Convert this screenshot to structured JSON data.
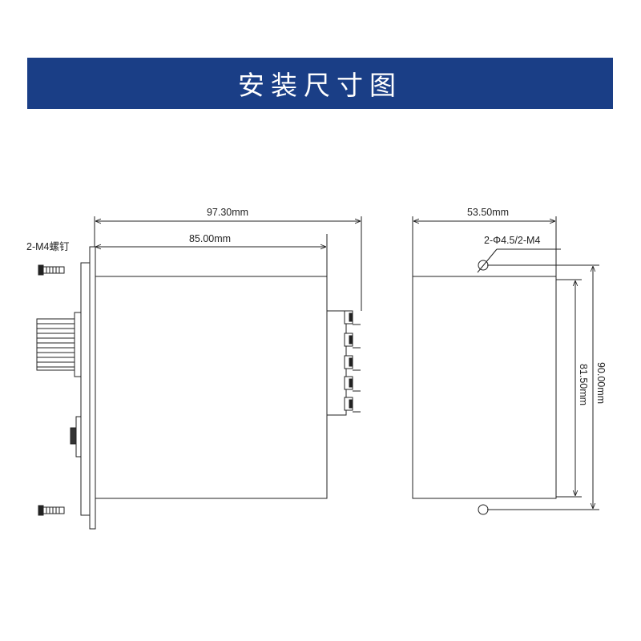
{
  "header": {
    "title": "安装尺寸图"
  },
  "side_view": {
    "overall_length": "97.30mm",
    "body_length": "85.00mm",
    "screw_label": "2-M4螺钉"
  },
  "front_view": {
    "width": "53.50mm",
    "hole_label": "2-Φ4.5/2-M4",
    "body_height": "81.50mm",
    "overall_height": "90.00mm"
  },
  "colors": {
    "banner": "#1a3e86",
    "line": "#222222",
    "banner_text": "#ffffff"
  }
}
